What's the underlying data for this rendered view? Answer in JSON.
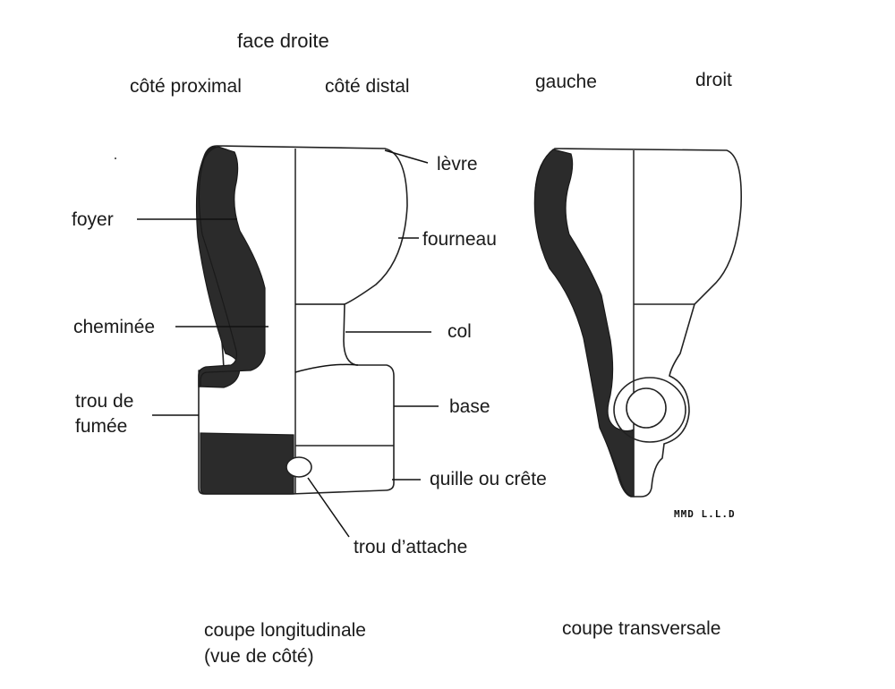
{
  "header": {
    "title": "face droite",
    "proximal": "côté proximal",
    "distal": "côté distal",
    "left": "gauche",
    "right": "droit"
  },
  "labels": {
    "levre": "lèvre",
    "foyer": "foyer",
    "fourneau": "fourneau",
    "cheminee": "cheminée",
    "col": "col",
    "trou_fumee_1": "trou de",
    "trou_fumee_2": "fumée",
    "base": "base",
    "quille": "quille ou crête",
    "trou_attache": "trou d’attache"
  },
  "captions": {
    "longitudinal_1": "coupe longitudinale",
    "longitudinal_2": "(vue de côté)",
    "transversal": "coupe transversale"
  },
  "signature": "MMD L.L.D",
  "colors": {
    "fill_dark": "#2b2b2b",
    "stroke": "#222222",
    "background": "#ffffff"
  }
}
